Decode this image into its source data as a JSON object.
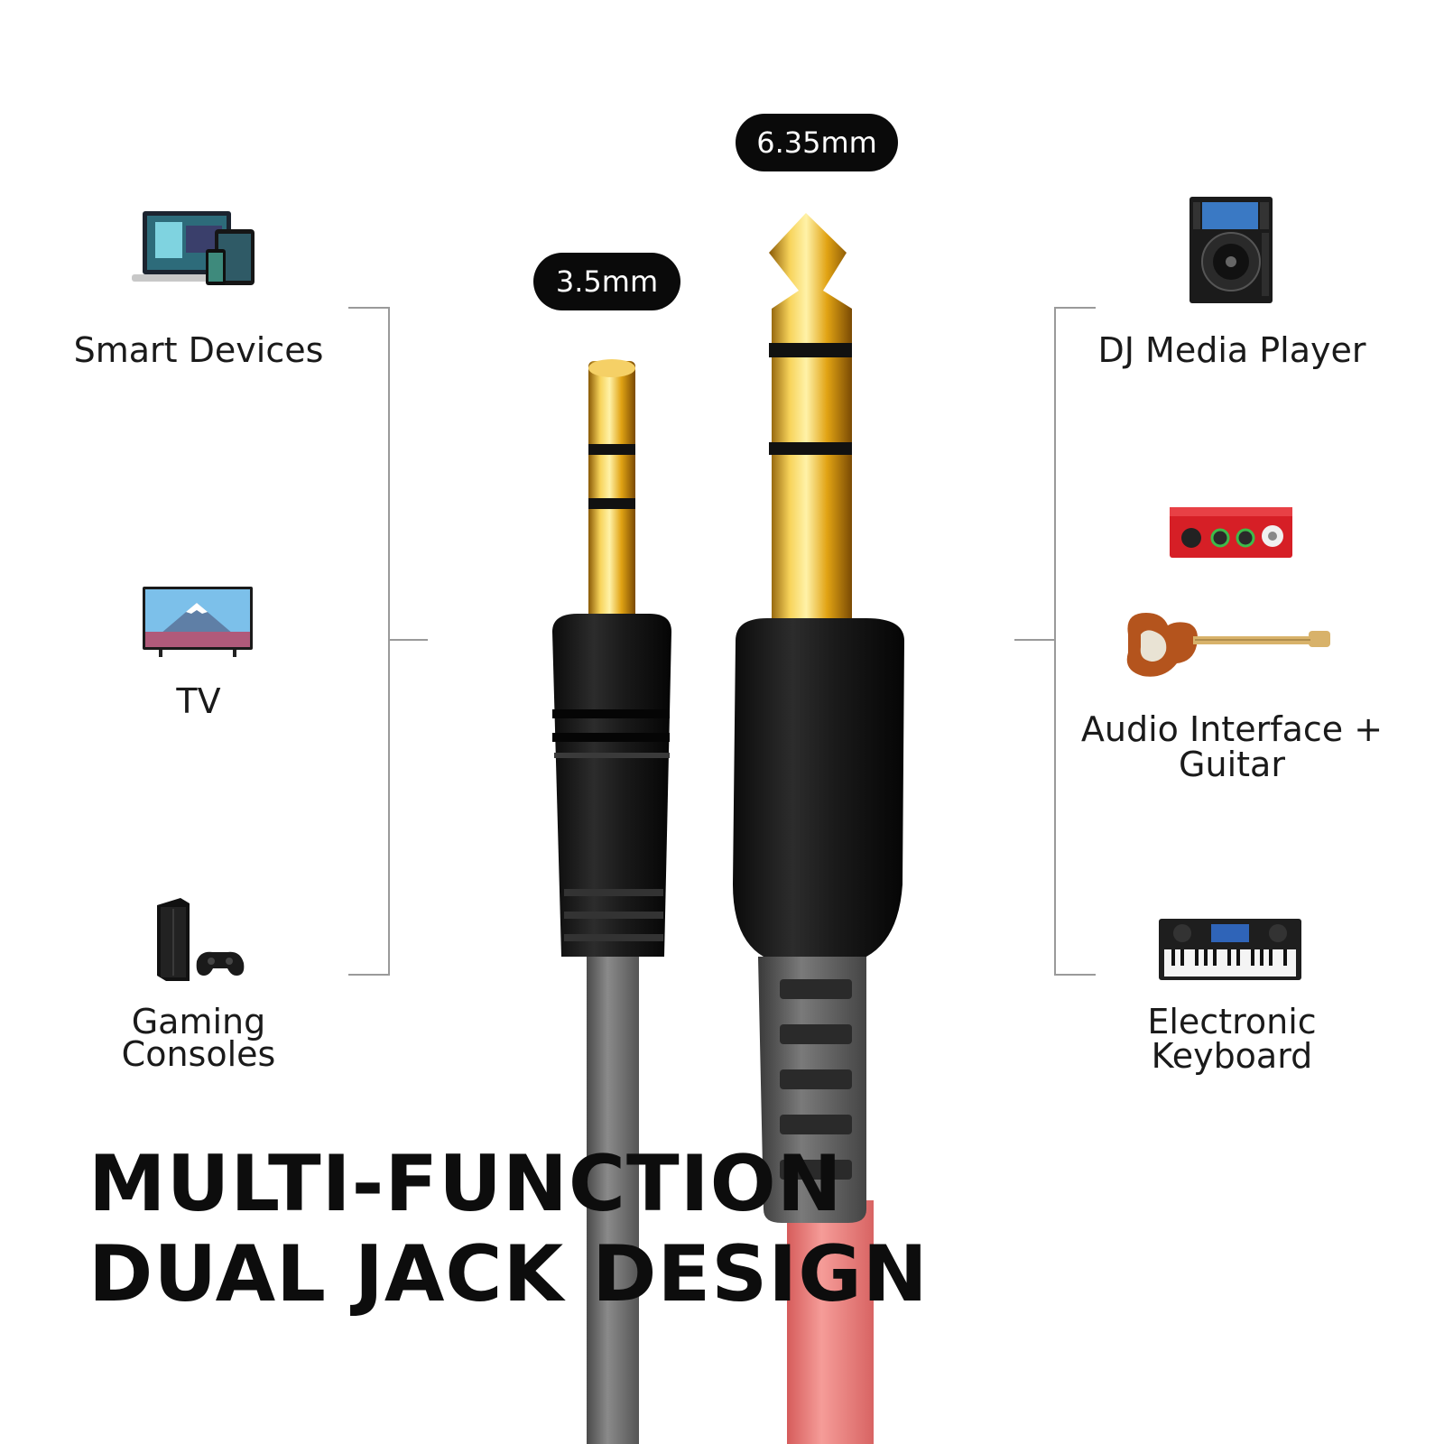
{
  "badges": {
    "small_jack": "3.5mm",
    "large_jack": "6.35mm"
  },
  "left_devices": [
    {
      "label": "Smart Devices",
      "icon": "smart-devices-icon"
    },
    {
      "label": "TV",
      "icon": "tv-icon"
    },
    {
      "label_line1": "Gaming",
      "label_line2": "Consoles",
      "icon": "game-console-icon"
    }
  ],
  "right_devices": [
    {
      "label": "DJ Media Player",
      "icon": "dj-media-player-icon"
    },
    {
      "label_line1": "Audio Interface +",
      "label_line2": "Guitar",
      "icon": "audio-interface-icon"
    },
    {
      "label_line1": "Electronic",
      "label_line2": "Keyboard",
      "icon": "electronic-keyboard-icon"
    }
  ],
  "headline": {
    "line1": "MULTI-FUNCTION",
    "line2": "DUAL JACK DESIGN"
  },
  "colors": {
    "gold": "#e3a512",
    "plug_black": "#1b1b1b",
    "cable_grey": "#6b6b6b",
    "cable_red": "#ec7a78"
  }
}
